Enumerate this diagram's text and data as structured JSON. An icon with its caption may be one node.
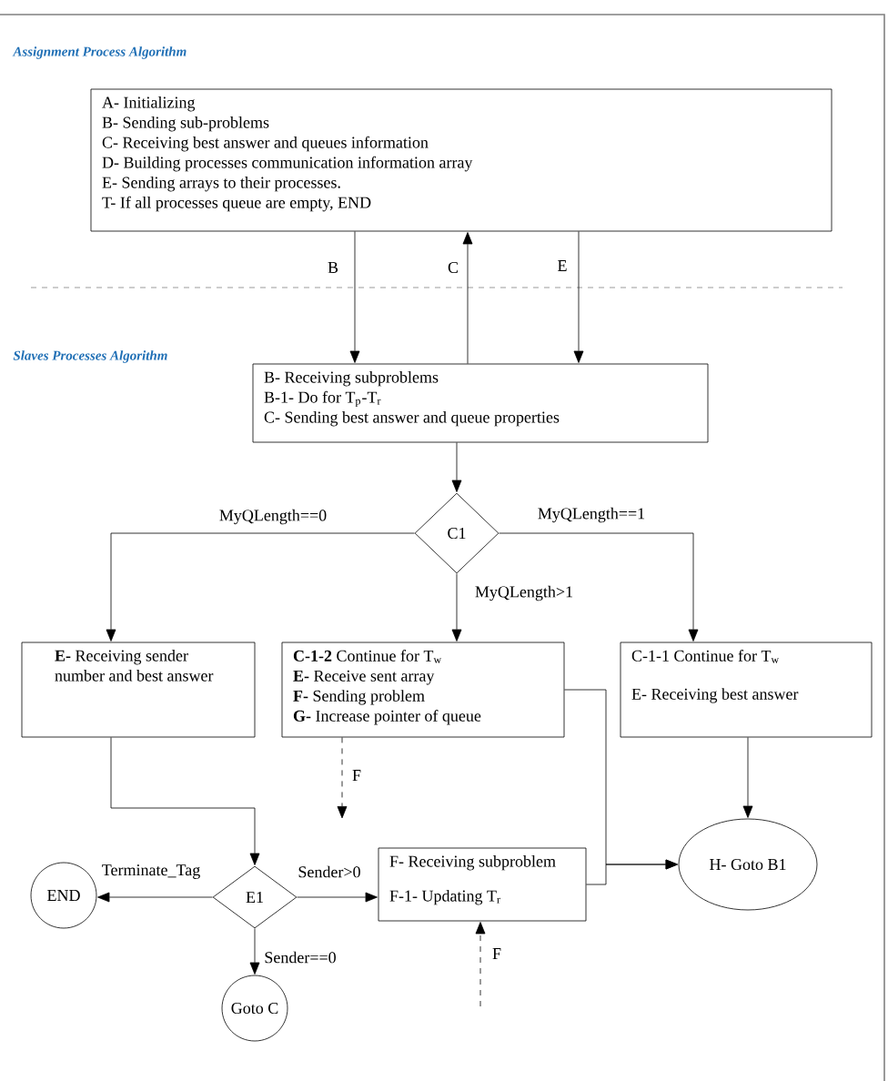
{
  "diagram": {
    "title": "Assignment Process Algorithm",
    "nodes": [
      {
        "text": [
          "A- Initializing",
          "B- Sending sub-problems",
          "C- Receiving best answer and queues information",
          "D- Building processes communication information array",
          "E- Sending arrays to their processes.",
          "T- If all processes queue are empty, END"
        ]
      },
      {
        "text": [
          "B- Receiving subproblems",
          "B-1- Do for T$_{p}$-T$_{r}$",
          "C- Sending best answer and queue properties"
        ]
      },
      {
        "text": [
          "C1"
        ]
      },
      {
        "text": [
          "**E-** Receiving sender number and best answer"
        ]
      },
      {
        "text": [
          "**C-1-2** Continue for T$_{w}$",
          "**E-** Receive sent array",
          "**F-** Sending problem",
          "**G-** Increase pointer of queue"
        ]
      },
      {
        "text": [
          "C-1-1 Continue for T$_{w}$",
          "E- Receiving best answer"
        ]
      },
      {
        "text": [
          "E1"
        ]
      },
      {
        "text": [
          "END"
        ]
      },
      {
        "text": [
          "F- Receiving subproblem",
          "F-1- Updating  T$_{r}$"
        ]
      },
      {
        "text": [
          "Goto C"
        ]
      },
      {
        "text": [
          "H- Goto B1"
        ]
      }
    ],
    "edges": [
      {
        "from": 0,
        "to": 1,
        "arrow": "to",
        "label": "B"
      },
      {
        "from": 1,
        "to": 0,
        "arrow": "to",
        "label": "C"
      },
      {
        "from": 0,
        "to": 1,
        "arrow": "to",
        "label": "E"
      },
      {
        "from": 1,
        "to": 2,
        "arrow": "to"
      },
      {
        "from": 2,
        "to": 3,
        "arrow": "to",
        "label": "MyQLength==0"
      },
      {
        "from": 2,
        "to": 4,
        "arrow": "to",
        "label": "MyQLength>1"
      },
      {
        "from": 2,
        "to": 5,
        "arrow": "to",
        "label": "MyQLength==1"
      },
      {
        "from": 3,
        "to": 6,
        "arrow": "to"
      },
      {
        "from": 6,
        "to": 7,
        "arrow": "to",
        "label": "Terminate_Tag"
      },
      {
        "from": 6,
        "to": 8,
        "arrow": "to",
        "label": "Sender>0"
      },
      {
        "from": 6,
        "to": 9,
        "arrow": "to",
        "label": "Sender==0"
      },
      {
        "from": 5,
        "to": 10,
        "arrow": "to"
      },
      {
        "from": 4,
        "to": 10,
        "arrow": "to"
      },
      {
        "from": 8,
        "to": 10,
        "arrow": "to"
      },
      {
        "from": 4,
        "to": null,
        "arrow": "to",
        "label": "F",
        "style": "dashed"
      },
      {
        "from": null,
        "to": 8,
        "arrow": "to",
        "label": "F",
        "style": "dashed"
      }
    ],
    "labels": [
      "Slaves Processes Algorithm"
    ]
  }
}
